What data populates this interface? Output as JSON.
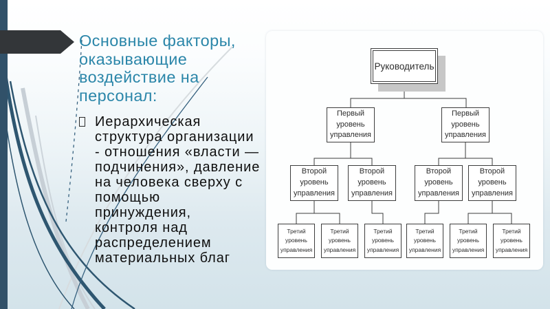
{
  "slide": {
    "title": "Основные факторы,\nоказывающие\nвоздействие на\nперсонал:",
    "bullet_text": "Иерархическая\nструктура организации\n- отношения «власти —\nподчинения», давление\nна человека сверху с\nпомощью\nпринуждения,\nконтроля над\nраспределением\nматериальных благ",
    "colors": {
      "title_teal": "#2b86a9",
      "body_text": "#0e0e0e",
      "accent_stripe_navy": "#315169",
      "arrow_charcoal": "#333639",
      "swoosh_navy": "#2e5670",
      "swoosh_gray": "#c9d1d7",
      "panel_bg": "#fdfefe",
      "box_border": "#3c3c3c",
      "root_shadow": "#c7c7c7"
    }
  },
  "diagram": {
    "root": "Руководитель",
    "level1": [
      "Первый уровень управления",
      "Первый уровень управления"
    ],
    "level2": [
      "Второй уровень управления",
      "Второй уровень управления",
      "Второй уровень управления",
      "Второй уровень управления"
    ],
    "level3": [
      "Третий уровень управления",
      "Третий уровень управления",
      "Третий уровень управления",
      "Третий уровень управления",
      "Третий уровень управления",
      "Третий уровень управления"
    ],
    "structure_note": "root→2×level1; each level1→2×level2; level2[0]→level3[0,1]; level2[1]→level3[2]; level2[2]→level3[3]; level2[3]→level3[4,5]"
  }
}
